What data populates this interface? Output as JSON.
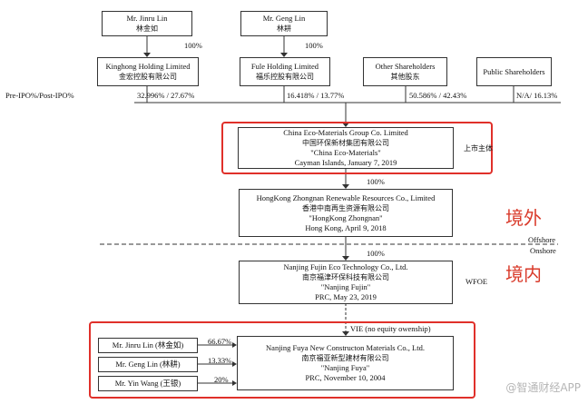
{
  "shareholders": {
    "jinru": {
      "en": "Mr. Jinru Lin",
      "cn": "林金如"
    },
    "geng": {
      "en": "Mr. Geng Lin",
      "cn": "林耕"
    }
  },
  "holdings": {
    "kinghong": {
      "en": "Kinghong Holding Limited",
      "cn": "金宏控股有限公司",
      "own": "100%"
    },
    "fule": {
      "en": "Fule Holding Limited",
      "cn": "福乐控股有限公司",
      "own": "100%"
    },
    "other": {
      "en": "Other Shareholders",
      "cn": "其他股东"
    },
    "public": {
      "en": "Public Shareholders"
    }
  },
  "stakes": {
    "header": "Pre-IPO%/Post-IPO%",
    "kinghong": "32.996% / 27.67%",
    "fule": "16.418% / 13.77%",
    "other": "50.586% / 42.43%",
    "public": "N/A/ 16.13%"
  },
  "listco": {
    "en": "China Eco-Materials Group Co. Limited",
    "cn": "中国环保新材集团有限公司",
    "short": "\"China Eco-Materials\"",
    "place": "Cayman Islands, January 7, 2019",
    "tag": "上市主体"
  },
  "hk": {
    "en": "HongKong Zhongnan Renewable Resources Co., Limited",
    "cn": "香港中南再生资源有限公司",
    "short": "\"HongKong Zhongnan\"",
    "place": "Hong Kong, April 9, 2018",
    "own": "100%"
  },
  "offshore_big": "境外",
  "onshore_big": "境内",
  "boundary": {
    "offshore": "Offshore",
    "onshore": "Onshore"
  },
  "wfoe": {
    "en": "Nanjing Fujin Eco Technology Co., Ltd.",
    "cn": "南京福津环保科技有限公司",
    "short": "\"Nanjing Fujin\"",
    "place": "PRC, May 23, 2019",
    "tag": "WFOE",
    "own": "100%"
  },
  "vie": {
    "label": "VIE (no equity owenship)",
    "en": "Nanjing Fuya New Constructon Materials Co., Ltd.",
    "cn": "南京福亚新型建材有限公司",
    "short": "\"Nanjing Fuya\"",
    "place": "PRC, November 10, 2004"
  },
  "vie_holders": {
    "jinru": {
      "name": "Mr. Jinru Lin (林金如)",
      "pct": "66.67%"
    },
    "geng": {
      "name": "Mr. Geng Lin (林耕)",
      "pct": "13.33%"
    },
    "yin": {
      "name": "Mr. Yin Wang (王银)",
      "pct": "20%"
    }
  },
  "watermark": "@智通财经APP",
  "colors": {
    "highlight": "#e0302a",
    "big_label": "#d93a2a",
    "line": "#333333"
  }
}
